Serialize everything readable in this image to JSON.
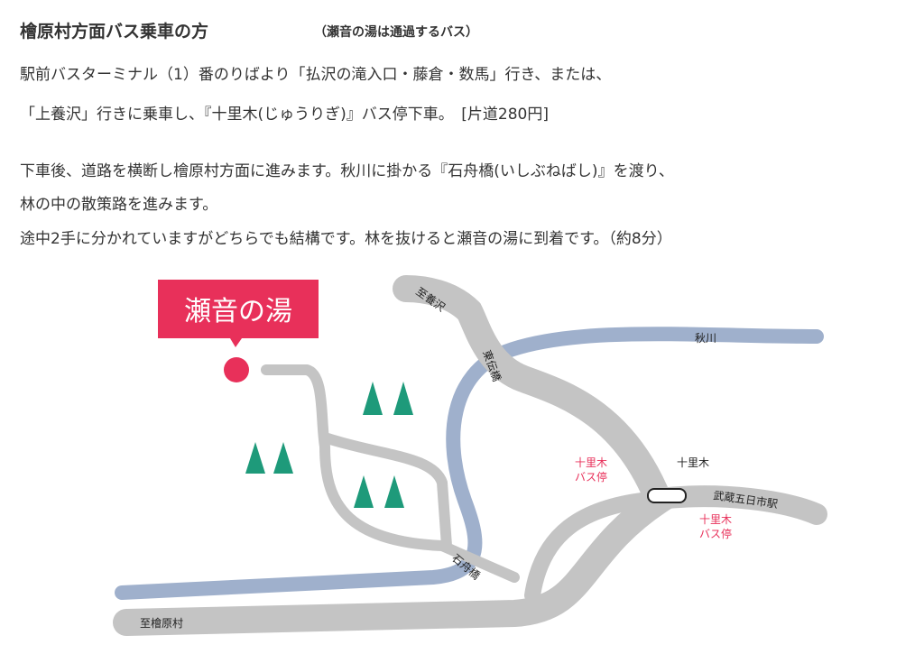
{
  "heading": {
    "title": "檜原村方面バス乗車の方",
    "subtitle": "（瀬音の湯は通過するバス）"
  },
  "paragraphs": [
    "駅前バスターミナル（1）番のりばより「払沢の滝入口・藤倉・数馬」行き、または、",
    "「上養沢」行きに乗車し、『十里木(じゅうりぎ)』バス停下車。　[片道280円]",
    "下車後、道路を横断し檜原村方面に進みます。秋川に掛かる『石舟橋(いしぶねばし)』を渡り、",
    "林の中の散策路を進みます。",
    "途中2手に分かれていますがどちらでも結構です。林を抜けると瀬音の湯に到着です。（約8分）"
  ],
  "map": {
    "destination": "瀬音の湯",
    "river": "秋川",
    "to_yozawa": "至養沢",
    "bridge_upper": "東伝橋",
    "bridge_lower": "石舟橋",
    "junction": "十里木",
    "bus_stop_1": [
      "十里木",
      "バス停"
    ],
    "bus_stop_2": [
      "十里木",
      "バス停"
    ],
    "to_station": "武蔵五日市駅",
    "to_hinohara": "至檜原村",
    "colors": {
      "road": "#c4c4c4",
      "river": "#9fb0cc",
      "accent": "#e8305a",
      "tree": "#1e9a7a"
    }
  }
}
